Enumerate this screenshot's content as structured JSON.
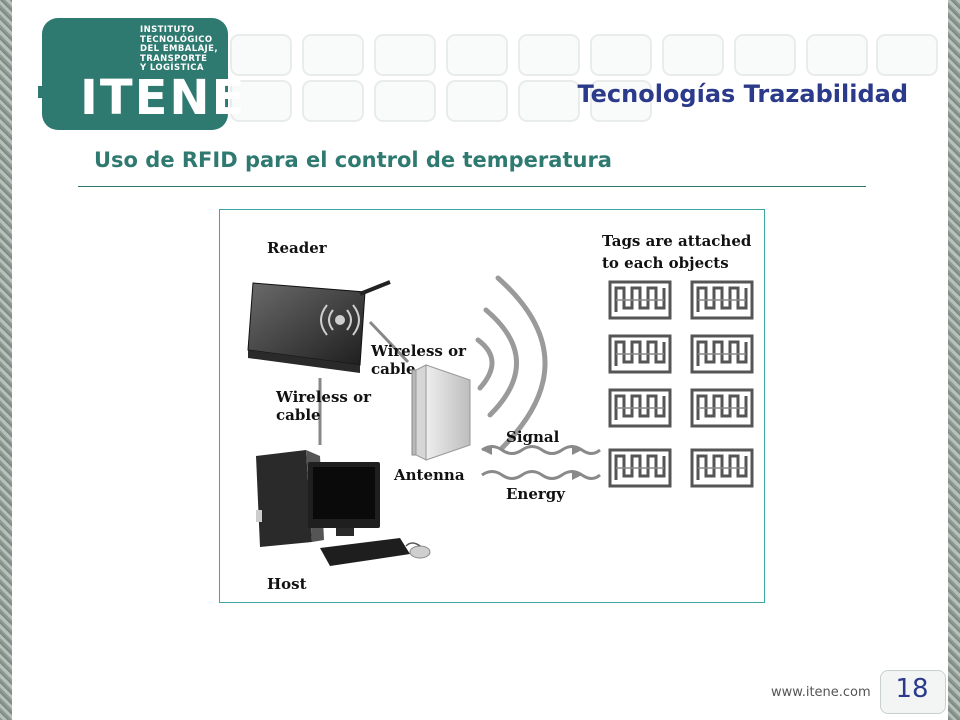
{
  "logo": {
    "lines": [
      "INSTITUTO",
      "TECNOLÓGICO",
      "DEL EMBALAJE,",
      "TRANSPORTE",
      "Y LOGÍSTICA"
    ],
    "name": "ITENE"
  },
  "header": {
    "title": "Tecnologías Trazabilidad"
  },
  "subtitle": "Uso de RFID para el control de temperatura",
  "figure": {
    "reader_label": "Reader",
    "tags_line1": "Tags are attached",
    "tags_line2": "to each objects",
    "wireless_right_line1": "Wireless  or",
    "wireless_right_line2": "cable",
    "wireless_left_line1": "Wireless  or",
    "wireless_left_line2": "cable",
    "signal_label": "Signal",
    "antenna_label": "Antenna",
    "energy_label": "Energy",
    "host_label": "Host"
  },
  "footer": {
    "url": "www.itene.com",
    "page": "18"
  },
  "colors": {
    "brand_teal": "#2f7a70",
    "title_blue": "#2b3a8a",
    "figure_border": "#3aa7a0"
  }
}
